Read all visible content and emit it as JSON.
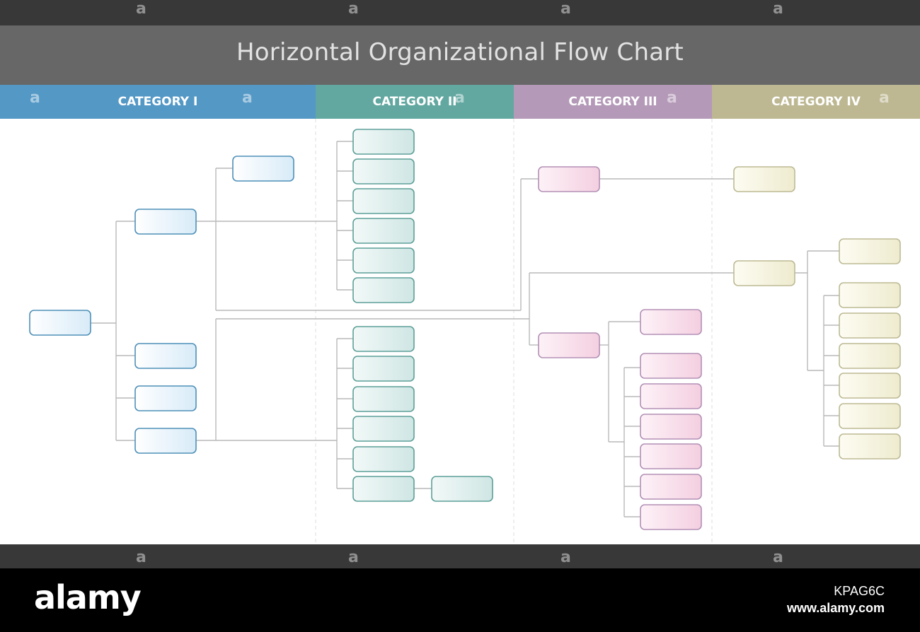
{
  "title": "Horizontal Organizational Flow Chart",
  "categories": [
    {
      "label": "CATEGORY I",
      "color": "#5498c6"
    },
    {
      "label": "CATEGORY II",
      "color": "#62a8a1"
    },
    {
      "label": "CATEGORY III",
      "color": "#b49ab8"
    },
    {
      "label": "CATEGORY IV",
      "color": "#bdb892"
    }
  ],
  "footer": {
    "logo": "alamy",
    "image_id": "KPAG6C",
    "url": "www.alamy.com"
  },
  "watermark_glyph": "a"
}
